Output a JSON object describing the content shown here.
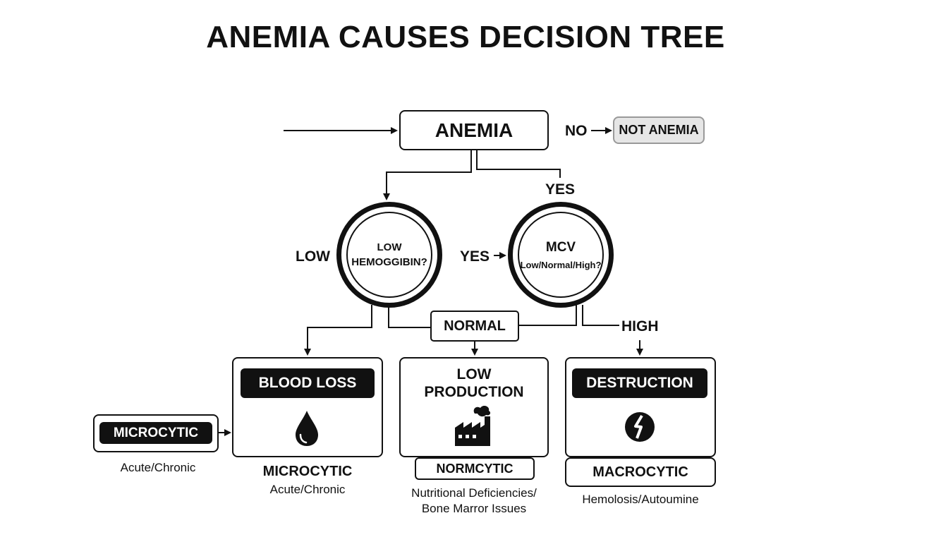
{
  "title": "ANEMIA CAUSES DECISION TREE",
  "nodes": {
    "anemia": "ANEMIA",
    "no_label": "NO",
    "not_anemia": "NOT ANEMIA",
    "yes_top": "YES",
    "low_hb_line1": "LOW",
    "low_hb_line2": "HEMOGGIBIN?",
    "low_side": "LOW",
    "yes_mid": "YES",
    "mcv_line1": "MCV",
    "mcv_line2": "Low/Normal/High?",
    "normal": "NORMAL",
    "high": "HIGH"
  },
  "categories": {
    "blood_loss": {
      "title": "BLOOD LOSS",
      "icon": "blood-drop-icon",
      "label": "MICROCYTIC",
      "sub": "Acute/Chronic"
    },
    "low_production": {
      "title_line1": "LOW",
      "title_line2": "PRODUCTION",
      "icon": "factory-icon",
      "label": "NORMCYTIC",
      "sub_line1": "Nutritional Deficiencies/",
      "sub_line2": "Bone Marror Issues"
    },
    "destruction": {
      "title": "DESTRUCTION",
      "icon": "broken-cell-icon",
      "label": "MACROCYTIC",
      "sub": "Hemolosis/Autoumine"
    },
    "side_microcytic": {
      "label": "MICROCYTIC",
      "sub": "Acute/Chronic"
    }
  },
  "colors": {
    "ink": "#111111",
    "not_anemia_fill": "#e6e6e6"
  }
}
